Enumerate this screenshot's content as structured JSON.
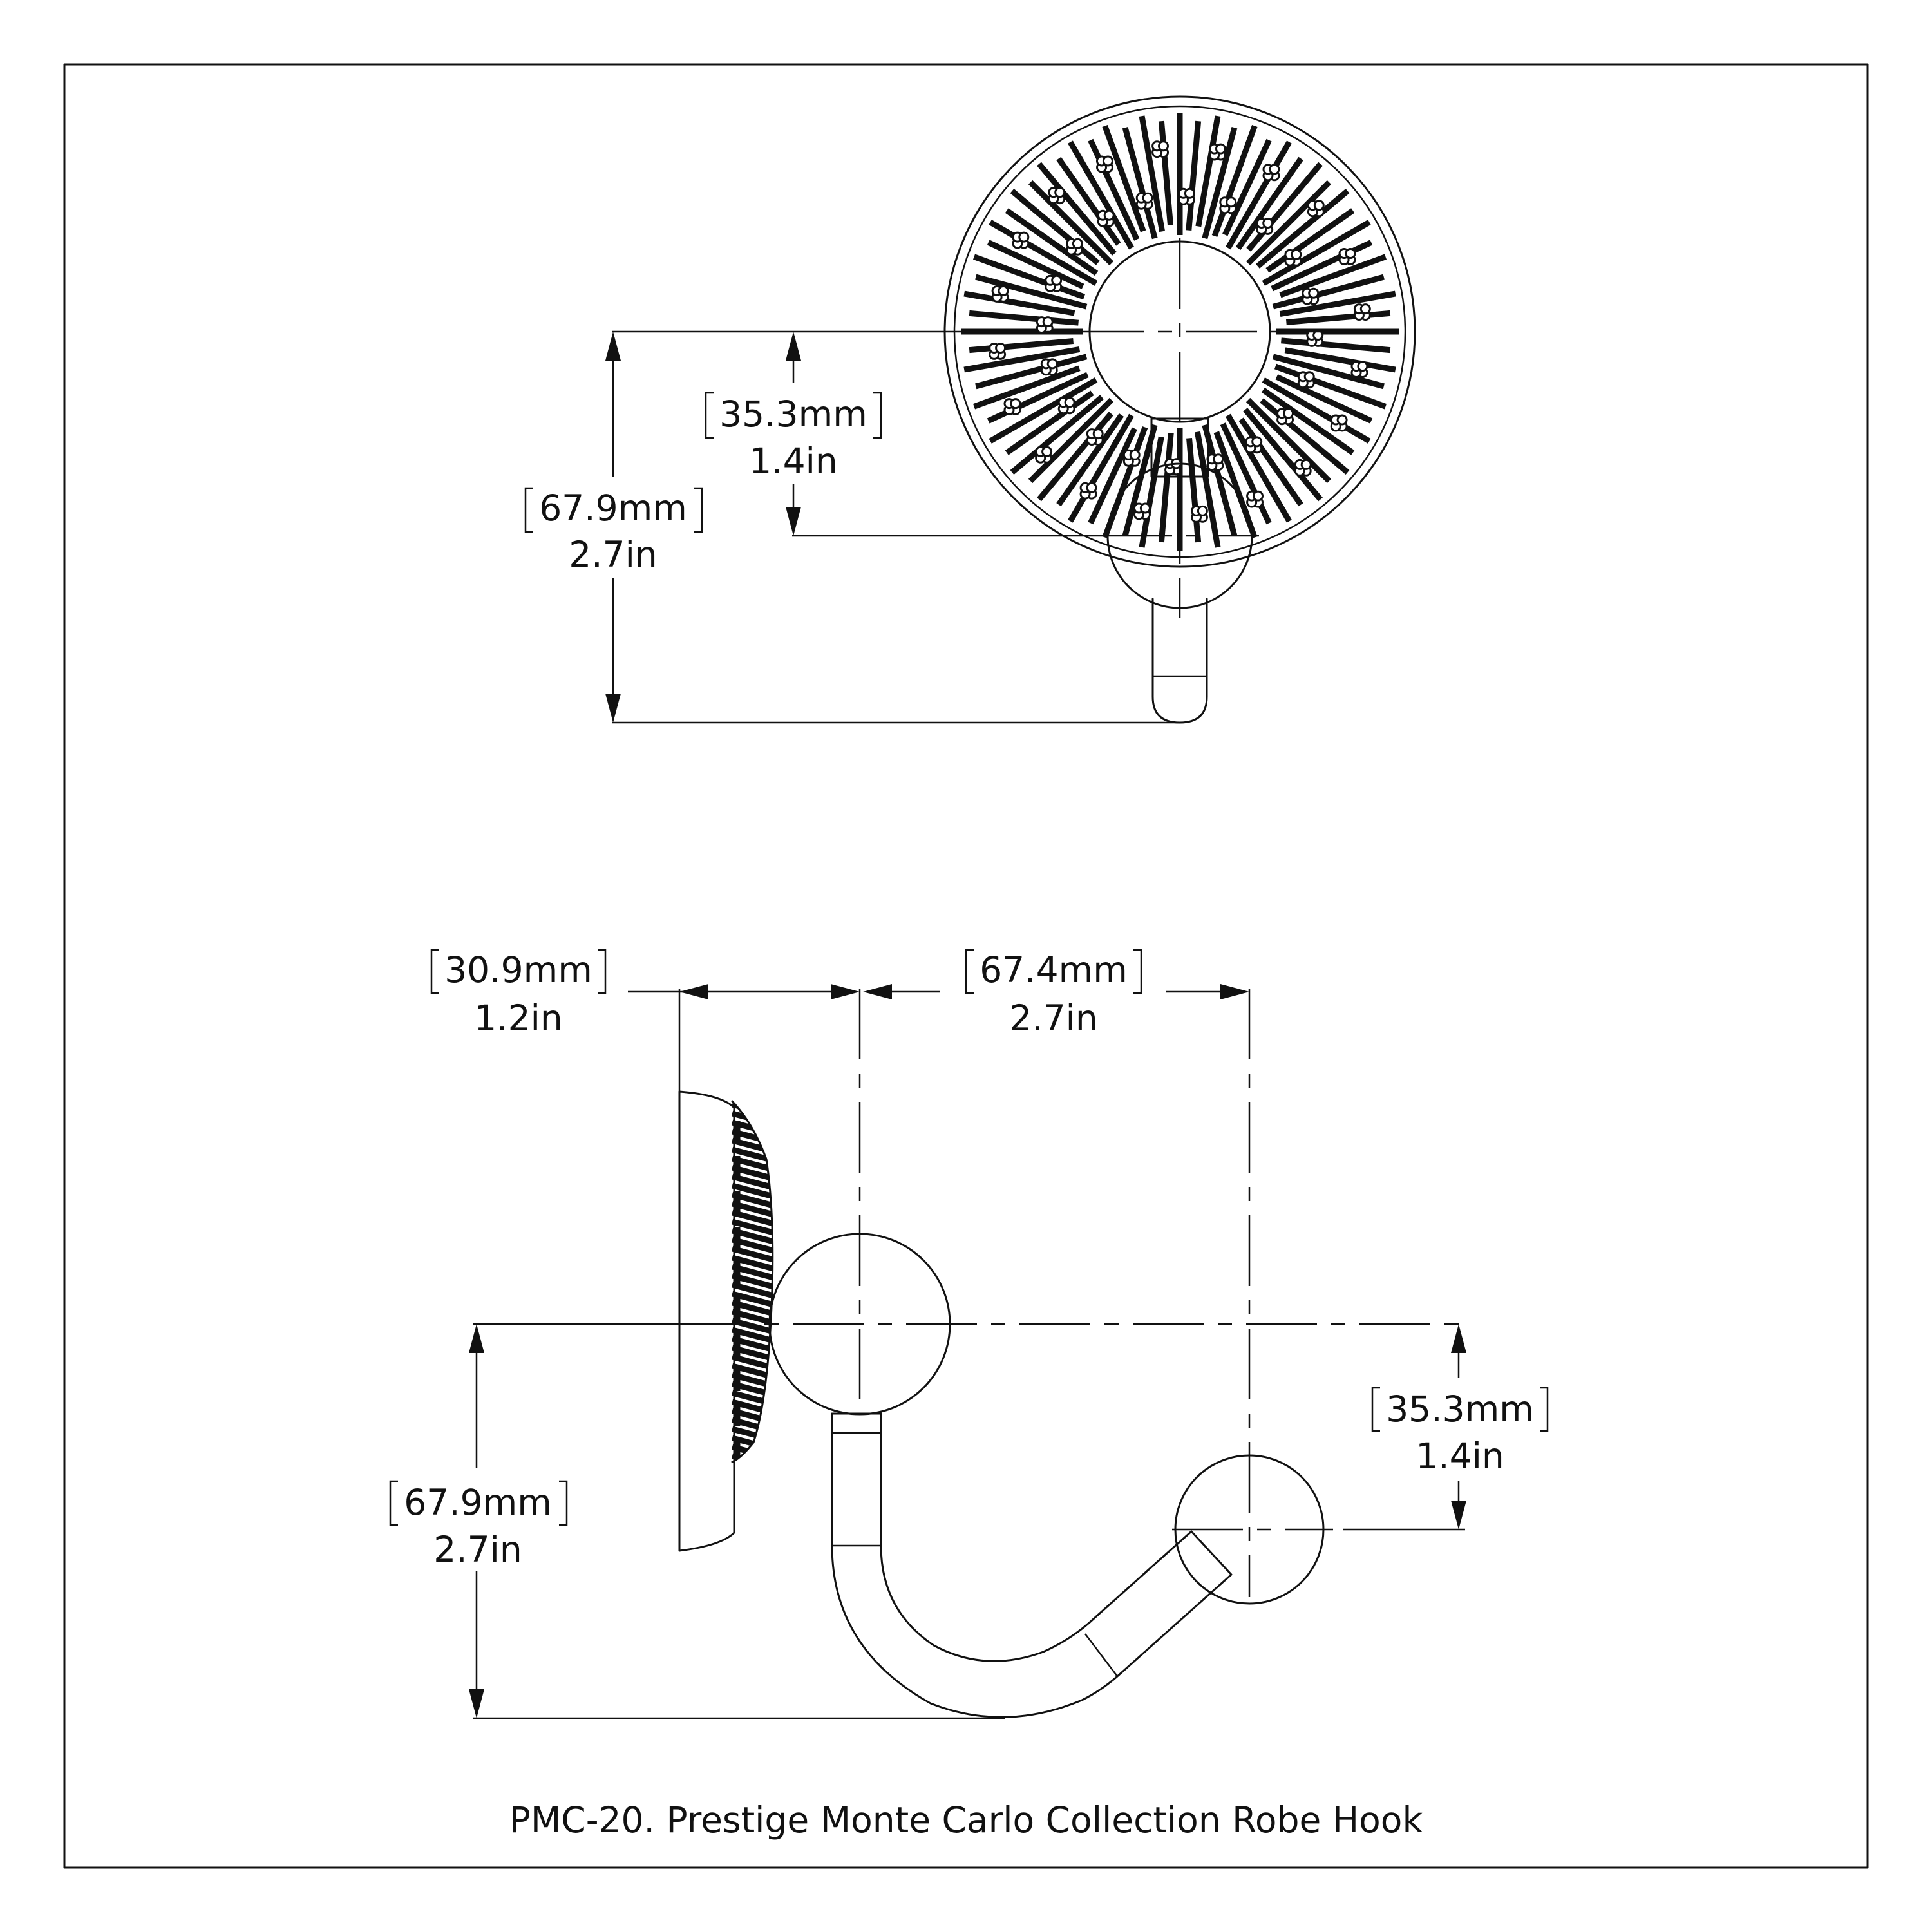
{
  "caption": "PMC-20. Prestige Monte Carlo Collection Robe Hook",
  "front_view": {
    "dim_upper": {
      "mm": "35.3mm",
      "in": "1.4in"
    },
    "dim_overall": {
      "mm": "67.9mm",
      "in": "2.7in"
    }
  },
  "side_view": {
    "dim_depth_base": {
      "mm": "30.9mm",
      "in": "1.2in"
    },
    "dim_projection": {
      "mm": "67.4mm",
      "in": "2.7in"
    },
    "dim_hook_drop": {
      "mm": "35.3mm",
      "in": "1.4in"
    },
    "dim_overall_height": {
      "mm": "67.9mm",
      "in": "2.7in"
    }
  }
}
